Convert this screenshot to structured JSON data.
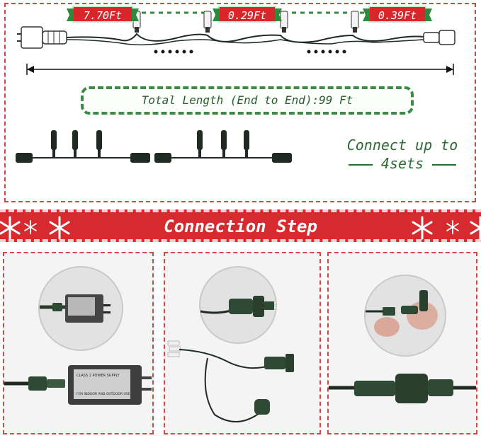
{
  "segments": {
    "first": "7.70Ft",
    "between": "0.29Ft",
    "last": "0.39Ft"
  },
  "total_length": "Total Length (End to End):99 Ft",
  "connect": {
    "line1": "Connect up to",
    "line2": "4sets"
  },
  "banner": {
    "title": "Connection Step"
  },
  "adapter_label": {
    "line1": "CLASS 2 POWER SUPPLY",
    "line2": "FOR INDOOR AND OUTDOOR USE"
  },
  "colors": {
    "accent_red": "#d62a2f",
    "accent_green": "#2e8a3a",
    "cable": "#1f2a22"
  }
}
